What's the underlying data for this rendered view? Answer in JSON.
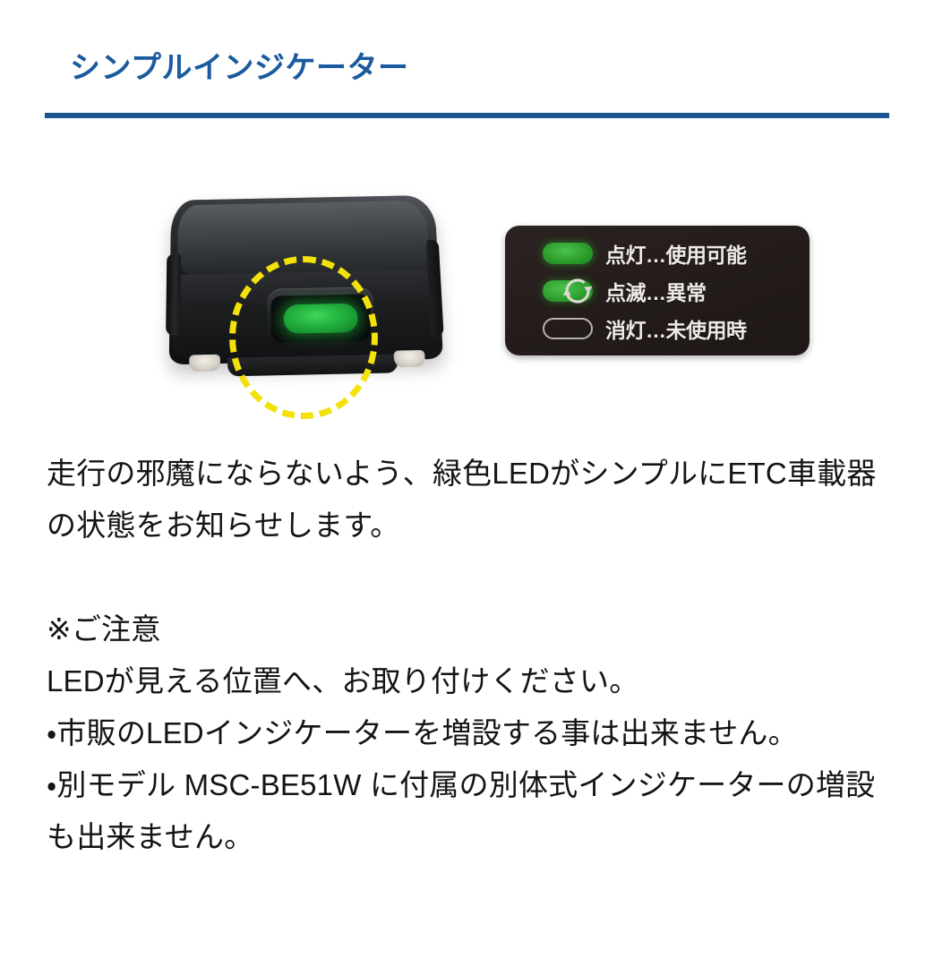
{
  "heading": {
    "title": "シンプルインジケーター"
  },
  "colors": {
    "heading_blue": "#1a5a9e",
    "divider_blue": "#1a5490",
    "led_green": "#22b03c",
    "legend_pill_green": "#2c9e2c",
    "legend_box_bg": "#241d1b",
    "highlight_yellow": "#f2e10b",
    "body_text": "#141414"
  },
  "figure": {
    "device": {
      "alt_name": "ETC車載器",
      "led_label": "緑色LED",
      "highlight_shape": "dashed-circle"
    },
    "legend": {
      "rows": [
        {
          "state": "点灯",
          "separator": "…",
          "meaning": "使用可能",
          "text": "点灯…使用可能",
          "indicator": "solid-green-pill"
        },
        {
          "state": "点滅",
          "separator": "…",
          "meaning": "異常",
          "text": "点滅…異常",
          "indicator": "blinking-green-pill"
        },
        {
          "state": "消灯",
          "separator": "…",
          "meaning": "未使用時",
          "text": "消灯…未使用時",
          "indicator": "outline-pill"
        }
      ]
    }
  },
  "body": {
    "paragraph_1": "走行の邪魔にならないよう、緑色LEDがシンプルにETC車載器の状態をお知らせします。",
    "notice_heading": "※ご注意",
    "notice_line_1": "LEDが見える位置へ、お取り付けください。",
    "notice_line_2": "・市販のLEDインジケーターを増設する事は出来ません。",
    "notice_line_3": "・別モデル MSC-BE51W に付属の別体式インジケーターの増設も出来ません。"
  }
}
